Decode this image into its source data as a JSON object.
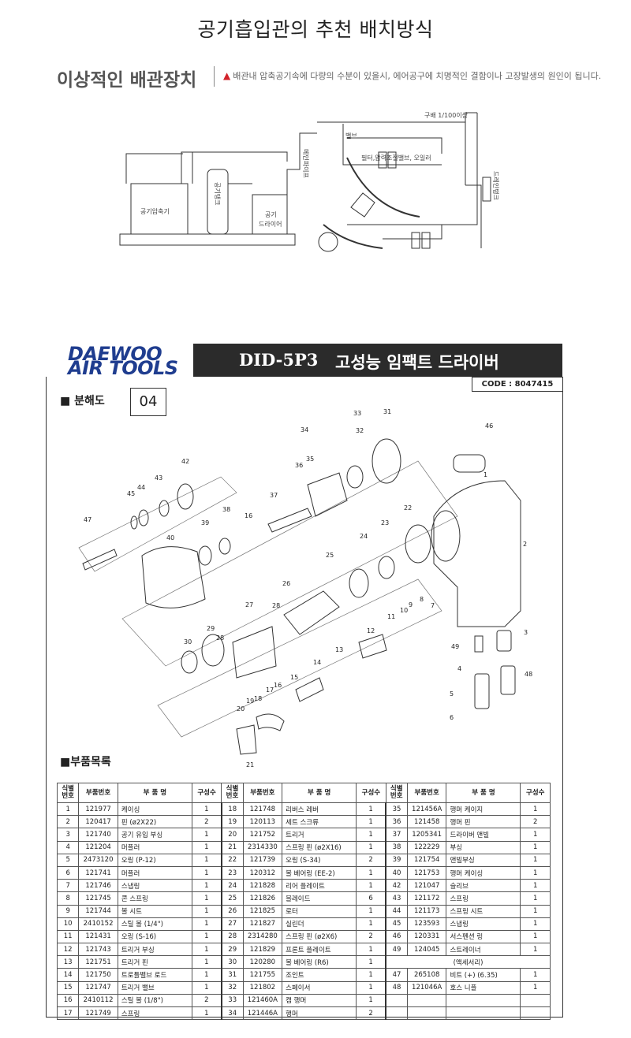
{
  "header": {
    "title": "공기흡입관의 추천 배치방식",
    "subtitle": "이상적인 배관장치",
    "warning": "배관내 압축공기속에 다량의 수분이 있을시,  에어공구에 치명적인 결함이나 고장발생의 원인이 됩니다."
  },
  "diagram1": {
    "labels": {
      "slope": "구배 1/100이상",
      "valve": "밸브",
      "filter": "필터,압력조절밸브, 오일러",
      "main_pipe": "메인파이프",
      "tank": "공기탱크",
      "compressor": "공기압축기",
      "dryer1": "공기",
      "dryer2": "드라이어",
      "drain": "드레인탱크"
    }
  },
  "brand": {
    "line1": "DAEWOO",
    "line2": "AIR TOOLS"
  },
  "model": {
    "code": "DID-5P3",
    "name": "고성능 임팩트 드라이버"
  },
  "code_label": "CODE : 8047415",
  "exploded": {
    "label": "■ 분해도",
    "number": "04"
  },
  "parts_label": "■부품목록",
  "table": {
    "headers": {
      "no": "식별\n번호",
      "part_no": "부품번호",
      "name": "부   품   명",
      "qty": "구성수"
    },
    "col1": [
      [
        "1",
        "121977",
        "케이싱",
        "1"
      ],
      [
        "2",
        "120417",
        "핀 (ø2X22)",
        "2"
      ],
      [
        "3",
        "121740",
        "공기 유입 부싱",
        "1"
      ],
      [
        "4",
        "121204",
        "머플러",
        "1"
      ],
      [
        "5",
        "2473120",
        "오링 (P-12)",
        "1"
      ],
      [
        "6",
        "121741",
        "머플러",
        "1"
      ],
      [
        "7",
        "121746",
        "스냅링",
        "1"
      ],
      [
        "8",
        "121745",
        "콘 스프링",
        "1"
      ],
      [
        "9",
        "121744",
        "볼 시트",
        "1"
      ],
      [
        "10",
        "2410152",
        "스틸 볼 (1/4\")",
        "1"
      ],
      [
        "11",
        "121431",
        "오링 (S-16)",
        "1"
      ],
      [
        "12",
        "121743",
        "트리거 부싱",
        "1"
      ],
      [
        "13",
        "121751",
        "트리거 핀",
        "1"
      ],
      [
        "14",
        "121750",
        "트로틀밸브 로드",
        "1"
      ],
      [
        "15",
        "121747",
        "트리거 밸브",
        "1"
      ],
      [
        "16",
        "2410112",
        "스틸 볼 (1/8\")",
        "2"
      ],
      [
        "17",
        "121749",
        "스프링",
        "1"
      ]
    ],
    "col2": [
      [
        "18",
        "121748",
        "리버스 레버",
        "1"
      ],
      [
        "19",
        "120113",
        "세트 스크류",
        "1"
      ],
      [
        "20",
        "121752",
        "트리거",
        "1"
      ],
      [
        "21",
        "2314330",
        "스프링 핀 (ø2X16)",
        "1"
      ],
      [
        "22",
        "121739",
        "오링 (S-34)",
        "2"
      ],
      [
        "23",
        "120312",
        "볼 베어링 (EE-2)",
        "1"
      ],
      [
        "24",
        "121828",
        "리어 플레이트",
        "1"
      ],
      [
        "25",
        "121826",
        "블레이드",
        "6"
      ],
      [
        "26",
        "121825",
        "로터",
        "1"
      ],
      [
        "27",
        "121827",
        "실린더",
        "1"
      ],
      [
        "28",
        "2314280",
        "스프링 핀 (ø2X6)",
        "2"
      ],
      [
        "29",
        "121829",
        "프론트 플레이트",
        "1"
      ],
      [
        "30",
        "120280",
        "볼 베어링 (R6)",
        "1"
      ],
      [
        "31",
        "121755",
        "조인트",
        "1"
      ],
      [
        "32",
        "121802",
        "스페이서",
        "1"
      ],
      [
        "33",
        "121460A",
        "캠 행머",
        "1"
      ],
      [
        "34",
        "121446A",
        "행머",
        "2"
      ]
    ],
    "col3": [
      [
        "35",
        "121456A",
        "행머 케이지",
        "1"
      ],
      [
        "36",
        "121458",
        "행머 핀",
        "2"
      ],
      [
        "37",
        "1205341",
        "드라이버 앤빌",
        "1"
      ],
      [
        "38",
        "122229",
        "부싱",
        "1"
      ],
      [
        "39",
        "121754",
        "앤빌부싱",
        "1"
      ],
      [
        "40",
        "121753",
        "행머 케이싱",
        "1"
      ],
      [
        "42",
        "121047",
        "슬리브",
        "1"
      ],
      [
        "43",
        "121172",
        "스프링",
        "1"
      ],
      [
        "44",
        "121173",
        "스프링 시트",
        "1"
      ],
      [
        "45",
        "123593",
        "스냅링",
        "1"
      ],
      [
        "46",
        "120331",
        "서스펜션 링",
        "1"
      ],
      [
        "49",
        "124045",
        "스트레이너",
        "1"
      ],
      [
        "",
        "",
        "(액세서리)",
        ""
      ],
      [
        "47",
        "265108",
        "비트 (+) (6.35)",
        "1"
      ],
      [
        "48",
        "121046A",
        "호스 니플",
        "1"
      ],
      [
        "",
        "",
        "",
        ""
      ],
      [
        "",
        "",
        "",
        ""
      ]
    ]
  }
}
